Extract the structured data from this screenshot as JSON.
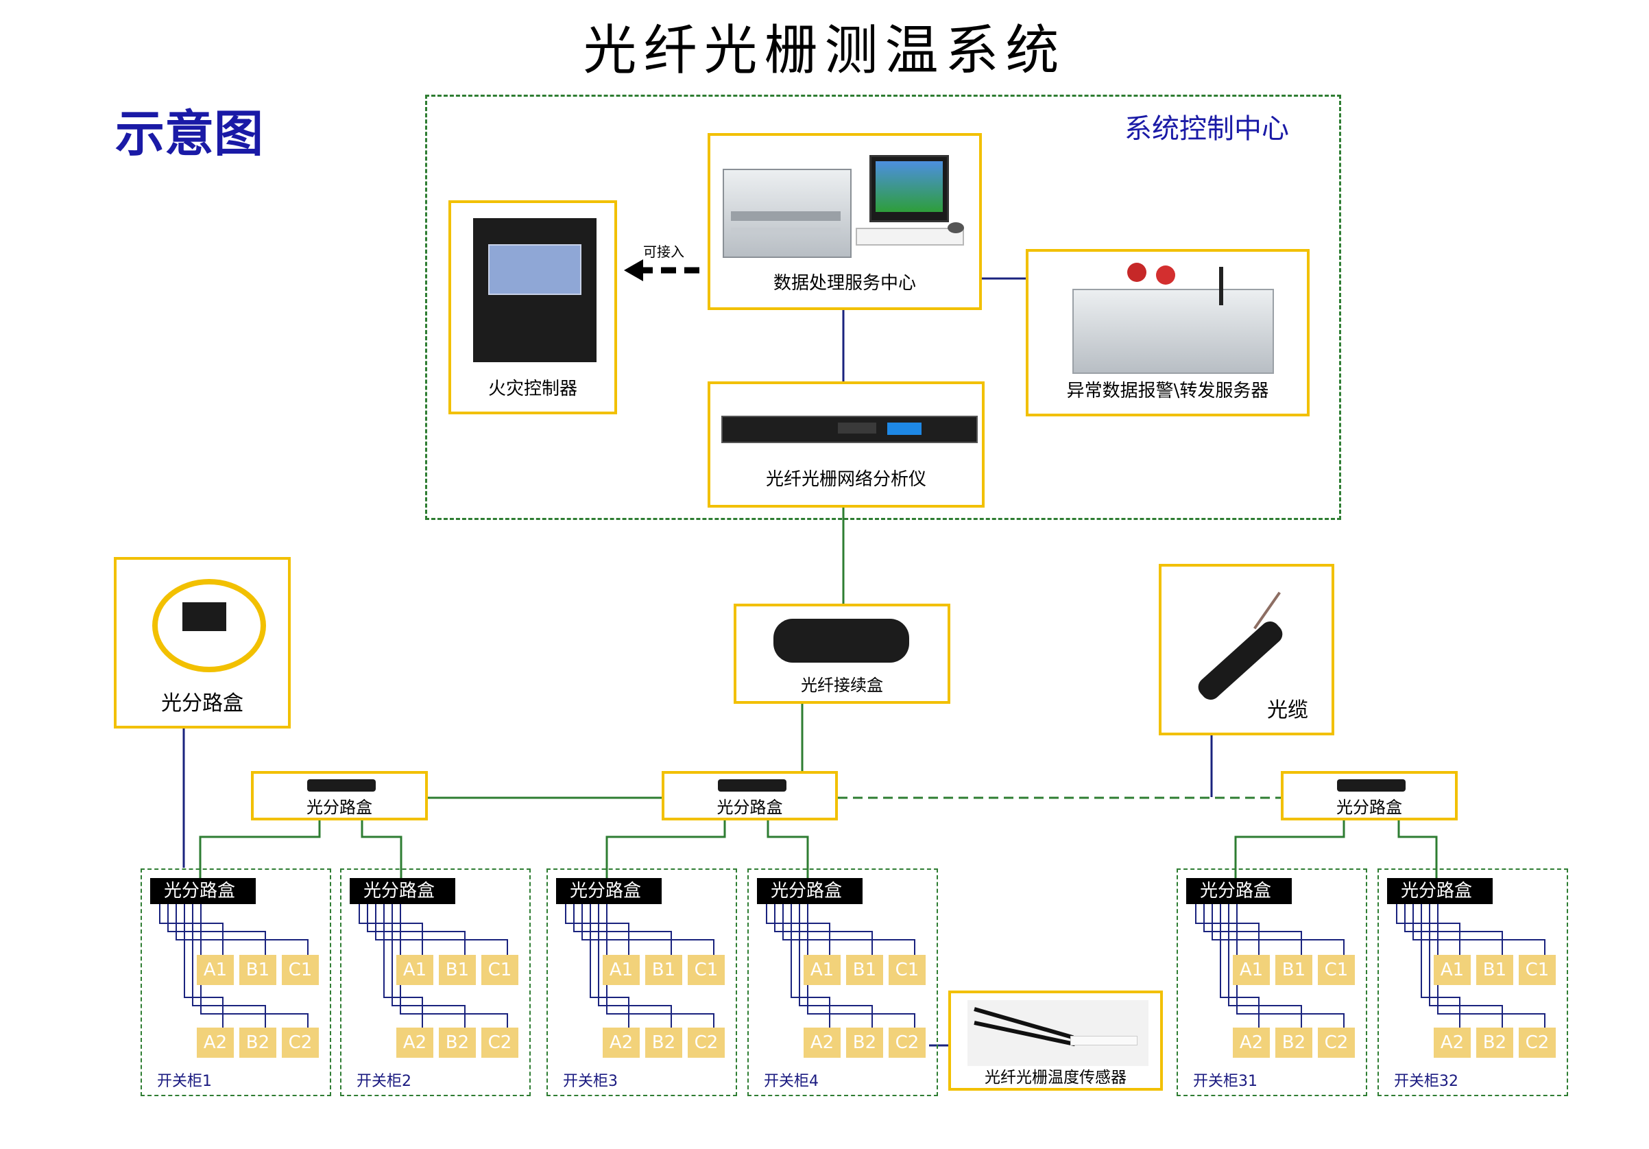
{
  "title": "光纤光栅测温系统",
  "subtitle": "示意图",
  "control_center_label": "系统控制中心",
  "devices": {
    "data_server": "数据处理服务中心",
    "fire_controller": "火灾控制器",
    "alarm_server": "异常数据报警\\转发服务器",
    "analyzer": "光纤光栅网络分析仪",
    "connect_label": "可接入",
    "splice_box": "光纤接续盒",
    "splitter_left": "光分路盒",
    "cable": "光缆",
    "sensor": "光纤光栅温度传感器"
  },
  "splitters": [
    "光分路盒",
    "光分路盒",
    "光分路盒"
  ],
  "cabinets": [
    {
      "header": "光分路盒",
      "label": "开关柜1"
    },
    {
      "header": "光分路盒",
      "label": "开关柜2"
    },
    {
      "header": "光分路盒",
      "label": "开关柜3"
    },
    {
      "header": "光分路盒",
      "label": "开关柜4"
    },
    {
      "header": "光分路盒",
      "label": "开关柜31"
    },
    {
      "header": "光分路盒",
      "label": "开关柜32"
    }
  ],
  "cells_top": [
    "A1",
    "B1",
    "C1"
  ],
  "cells_bottom": [
    "A2",
    "B2",
    "C2"
  ],
  "colors": {
    "box_border": "#f2c000",
    "panel_border": "#2e7d32",
    "wire_blue": "#1a237e",
    "wire_green": "#2e7d32",
    "cell": "#f2d27a",
    "heading_blue": "#1a1aa6"
  }
}
